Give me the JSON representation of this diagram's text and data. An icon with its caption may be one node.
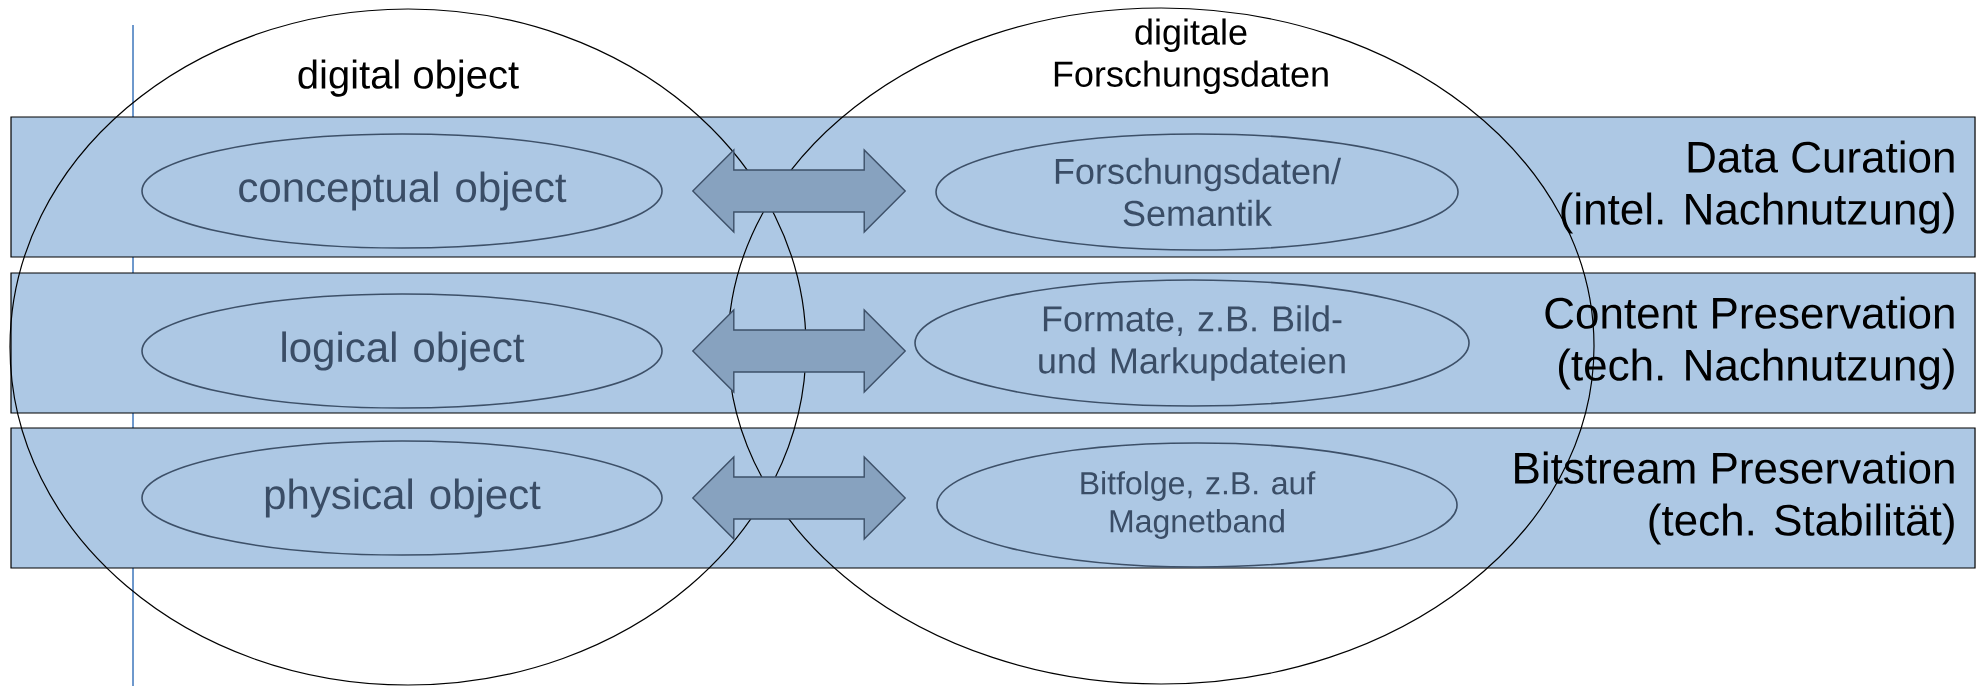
{
  "diagram": {
    "nodes": [
      {
        "text": [
          "digital object"
        ]
      },
      {
        "text": [
          "digitale Forschungsdaten"
        ]
      },
      {
        "text": [
          "Data Curation",
          "(intel. Nachnutzung)"
        ]
      },
      {
        "text": [
          "conceptual object"
        ]
      },
      {
        "text": [
          "Forschungsdaten/ Semantik"
        ]
      },
      {
        "text": [
          "Content Preservation",
          "(tech. Nachnutzung)"
        ]
      },
      {
        "text": [
          "logical object"
        ]
      },
      {
        "text": [
          "Formate, z.B. Bild- und Markupdateien"
        ]
      },
      {
        "text": [
          "Bitstream Preservation",
          "(tech. Stabilität)"
        ]
      },
      {
        "text": [
          "physical object"
        ]
      },
      {
        "text": [
          "Bitfolge, z.B. auf Magnetband"
        ]
      }
    ],
    "edges": [
      {
        "from": 3,
        "to": 4,
        "arrow": "both"
      },
      {
        "from": 6,
        "to": 7,
        "arrow": "both"
      },
      {
        "from": 9,
        "to": 10,
        "arrow": "both"
      }
    ]
  }
}
